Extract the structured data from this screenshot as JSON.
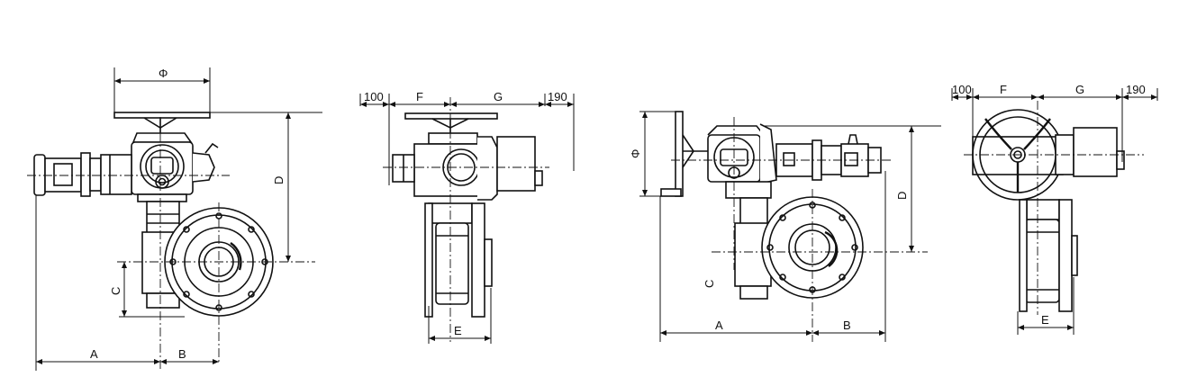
{
  "figures": {
    "fig1": {
      "phi": "Φ",
      "d": "D",
      "c": "C",
      "a": "A",
      "b": "B"
    },
    "fig2": {
      "f": "F",
      "g": "G",
      "left_offset": "100",
      "right_offset": "190",
      "e": "E"
    },
    "fig3": {
      "phi": "Φ",
      "d": "D",
      "c": "C",
      "a": "A",
      "b": "B"
    },
    "fig4": {
      "f": "F",
      "g": "G",
      "left_offset": "100",
      "right_offset": "190",
      "e": "E"
    }
  }
}
